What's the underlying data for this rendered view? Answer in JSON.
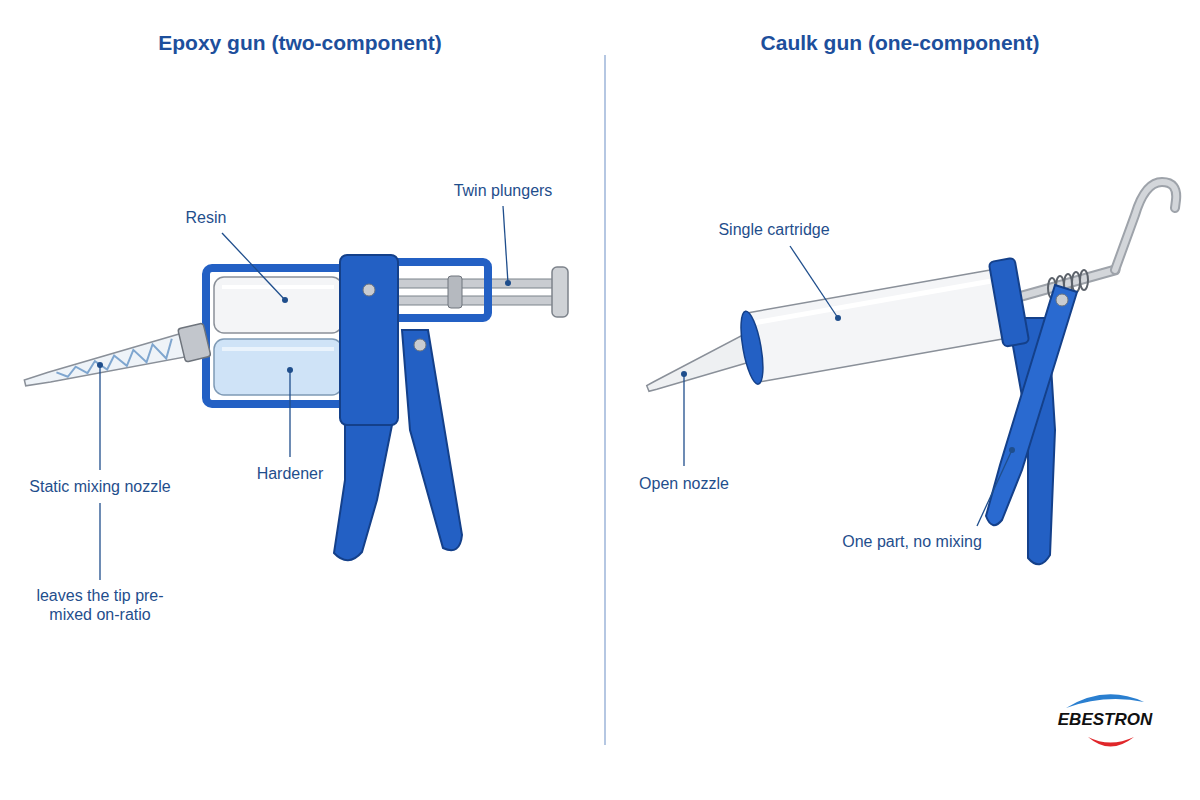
{
  "diagram": {
    "labels": [
      "Epoxy gun (two-component)",
      "Caulk gun (one-component)",
      "Resin",
      "Twin plungers",
      "Hardener",
      "Static mixing nozzle",
      "leaves the tip pre-mixed on-ratio",
      "Single cartridge",
      "Open nozzle",
      "One part, no mixing",
      "EBESTRON"
    ]
  }
}
